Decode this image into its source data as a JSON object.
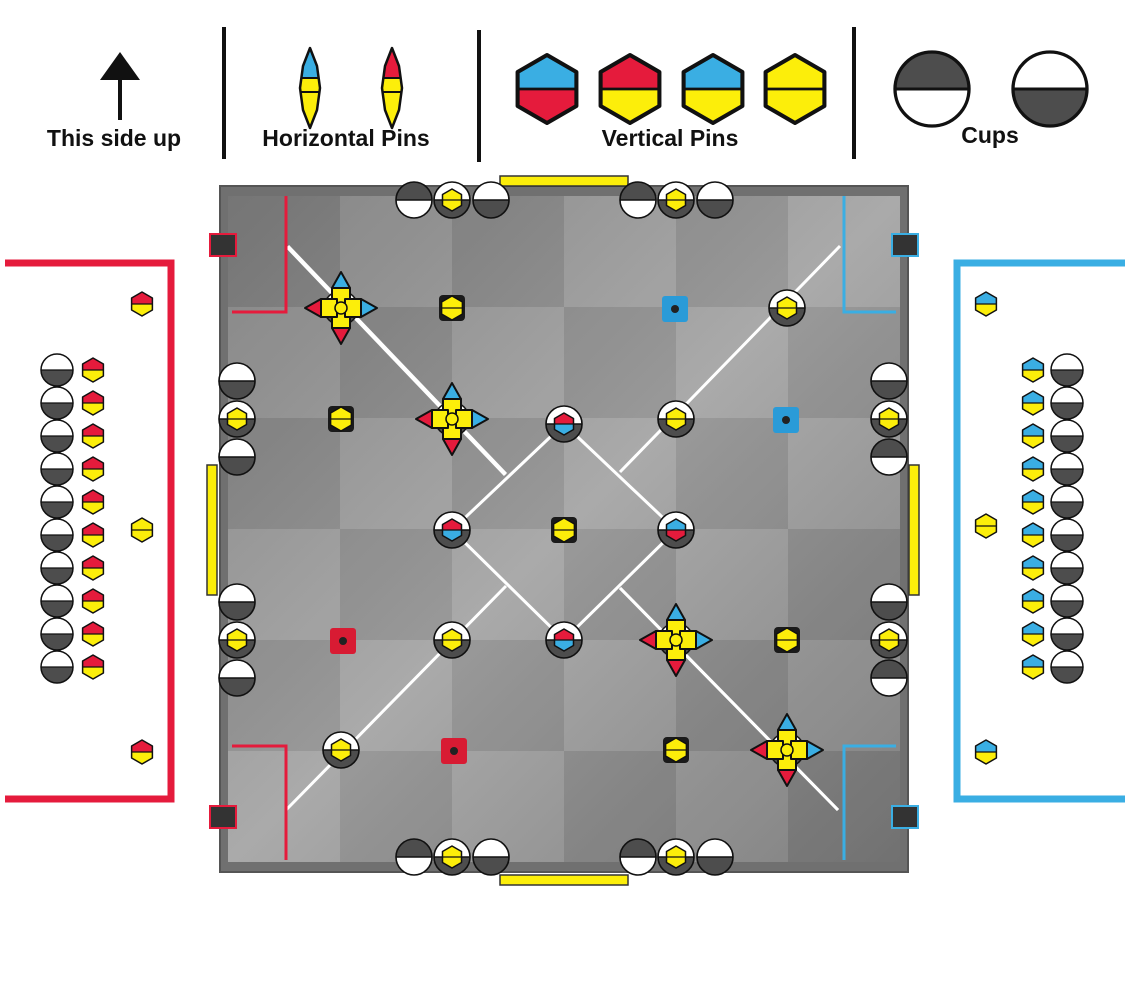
{
  "legend": {
    "orientation_label": "This side up",
    "horizontal_pins_label": "Horizontal Pins",
    "vertical_pins_label": "Vertical Pins",
    "cups_label": "Cups"
  },
  "colors": {
    "red": "#e51b3c",
    "blue": "#3aaee3",
    "yellow": "#fcee0a",
    "cup_dark": "#4d4d4d",
    "field_gray": "#8c8c8c",
    "wall": "#6a6a6a",
    "outline": "#111111"
  },
  "icons": {
    "orientation": "arrow-up-icon",
    "horizontal_pin": "horizontal-pin-icon",
    "vertical_pin": "vertical-pin-icon",
    "cup": "cup-icon",
    "goal": "goal-post-icon"
  }
}
